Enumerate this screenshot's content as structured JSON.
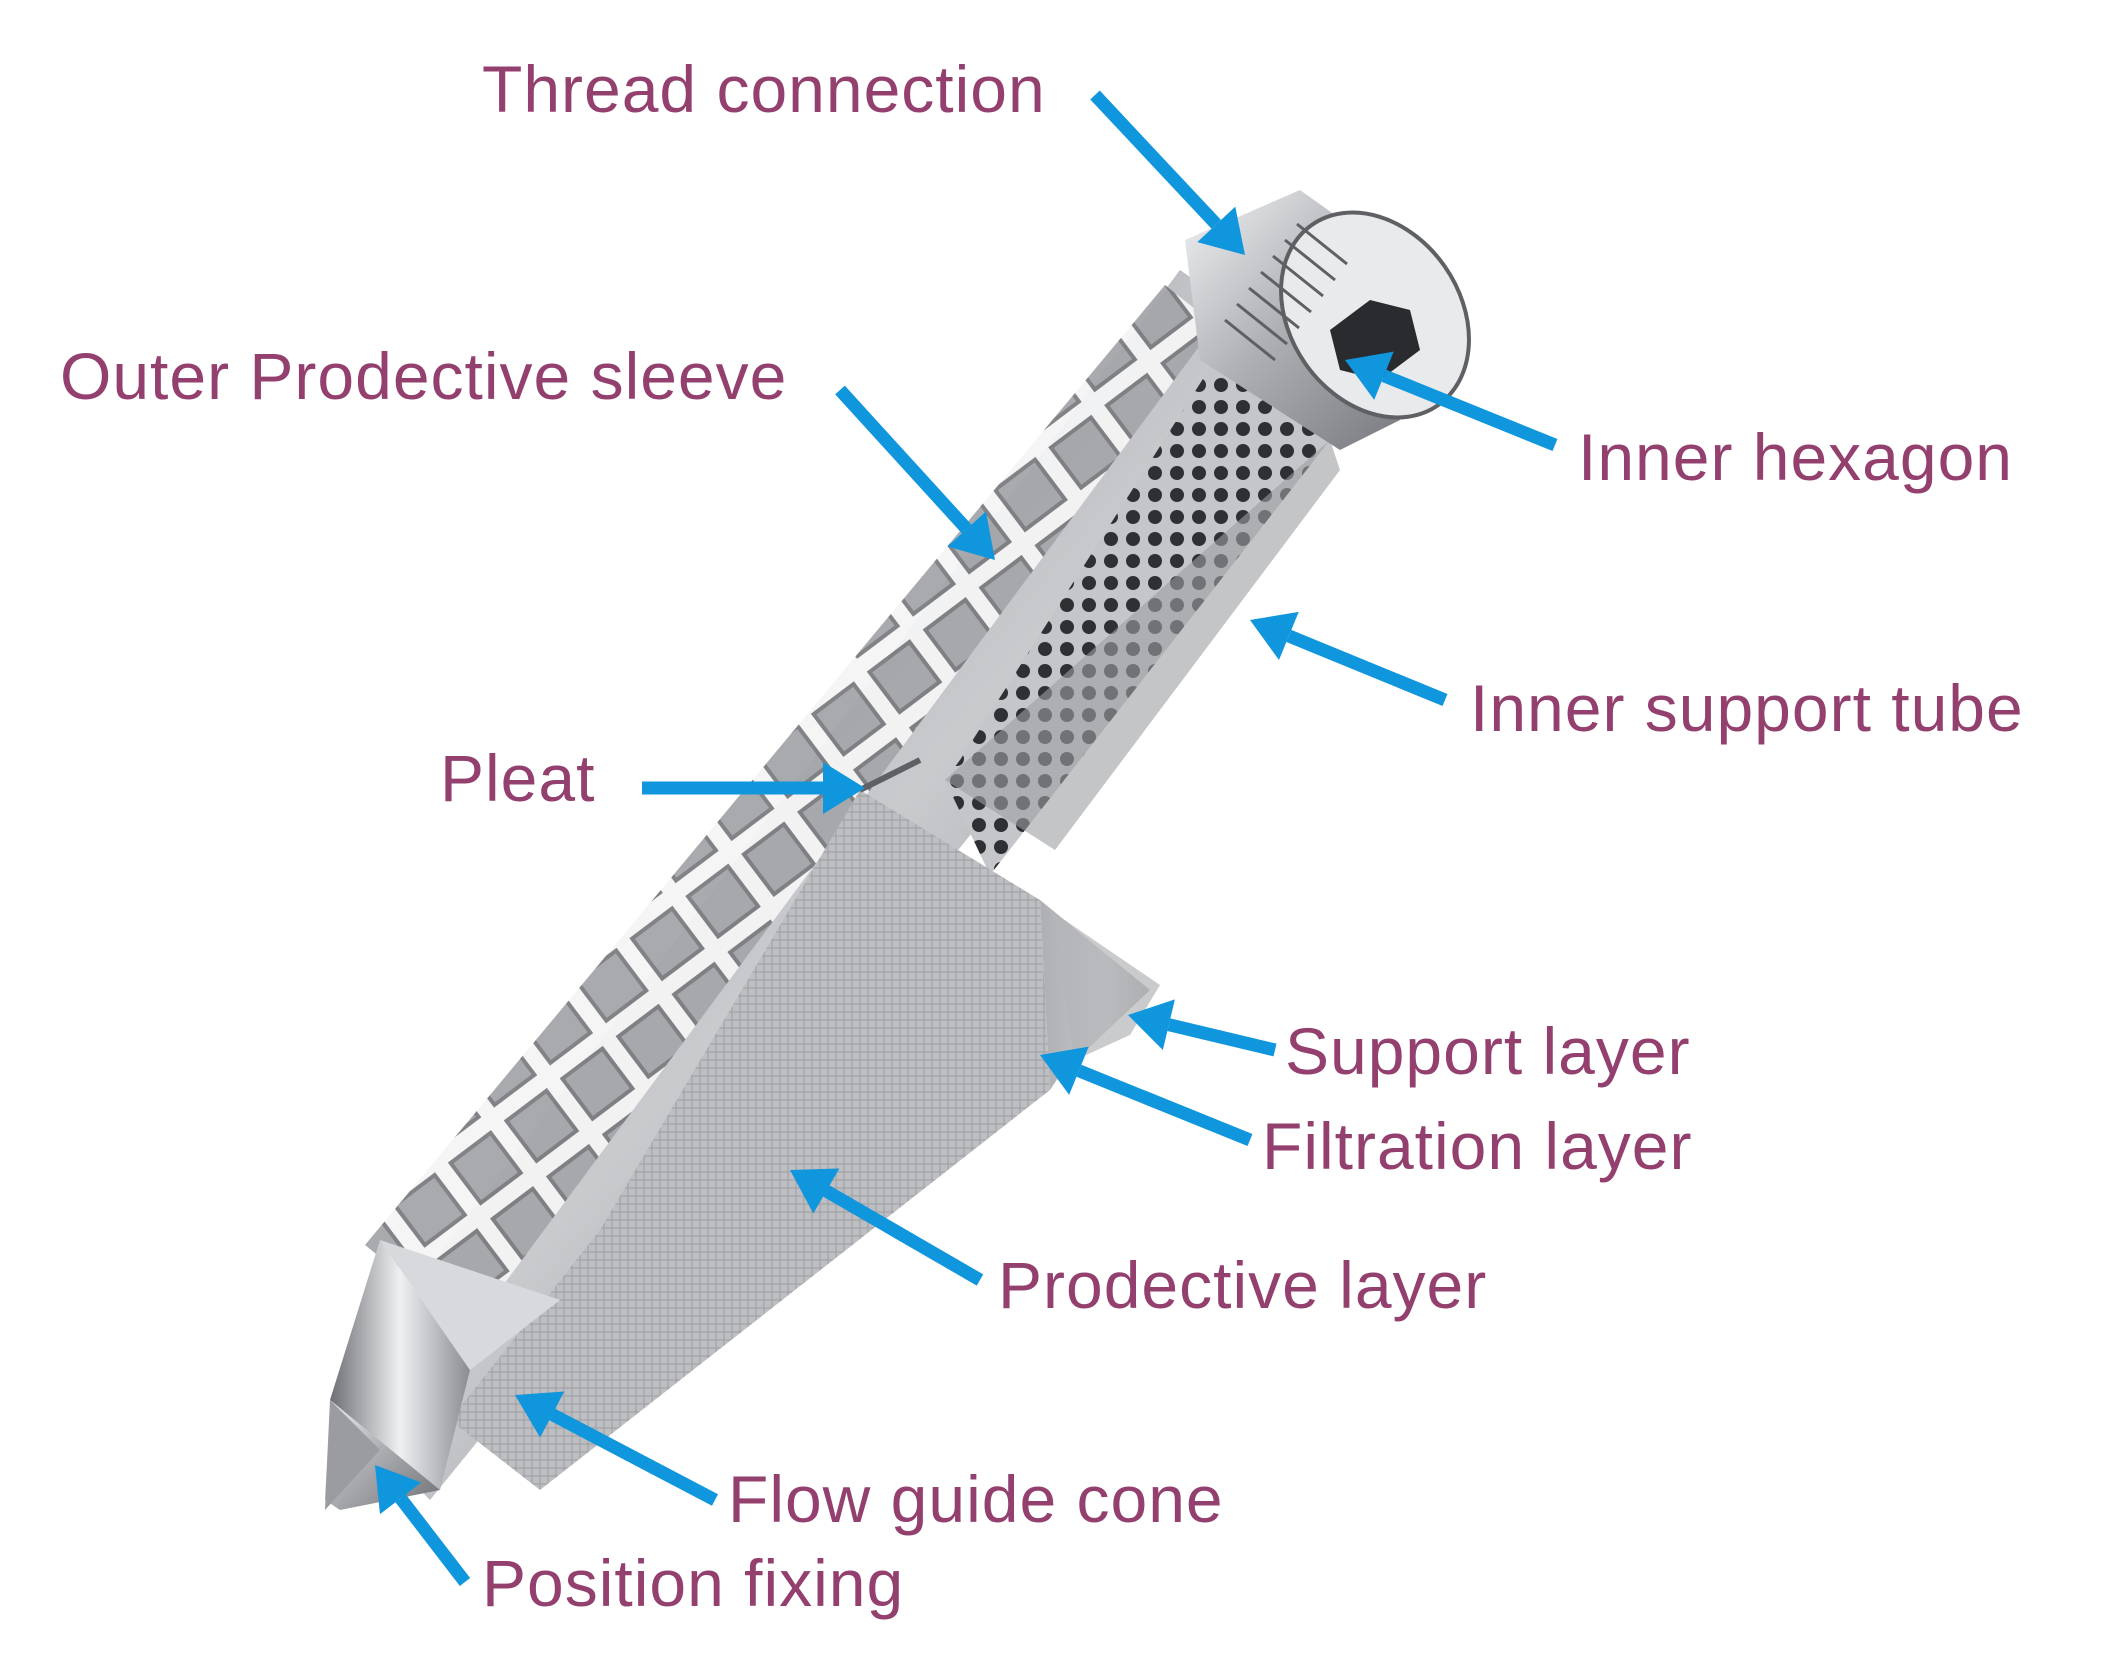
{
  "colors": {
    "label_text": "#93406f",
    "arrow": "#1096dc",
    "metal_dark": "#5f6064",
    "metal_mid": "#9c9ea2",
    "metal_light": "#dcdde0",
    "mesh": "#b4b5b8"
  },
  "labels": {
    "thread_connection": "Thread connection",
    "outer_protective_sleeve": "Outer Prodective sleeve",
    "inner_hexagon": "Inner hexagon",
    "inner_support_tube": "Inner support tube",
    "pleat": "Pleat",
    "support_layer": "Support layer",
    "filtration_layer": "Filtration layer",
    "protective_layer": "Prodective layer",
    "flow_guide_cone": "Flow guide cone",
    "position_fixing": "Position fixing"
  }
}
